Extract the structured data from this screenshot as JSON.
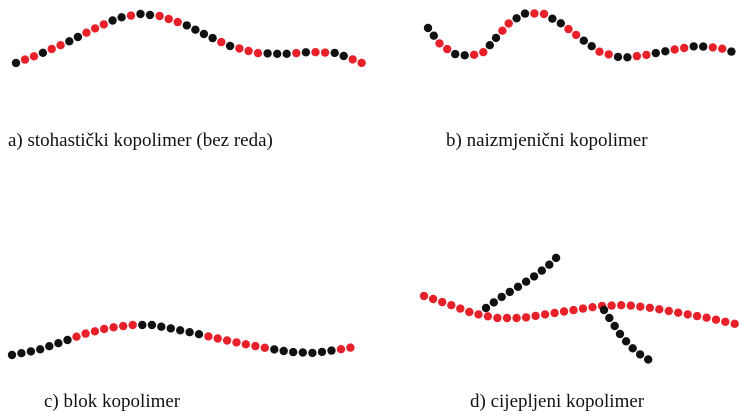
{
  "colors": {
    "monomer_a": "#e8202a",
    "monomer_b": "#111111",
    "background": "#ffffff"
  },
  "panels": {
    "a": {
      "caption": "a) stohastički kopolimer (bez reda)"
    },
    "b": {
      "caption": "b) naizmjenični kopolimer"
    },
    "c": {
      "caption": "c) blok kopolimer"
    },
    "d": {
      "caption": "d) cijepljeni kopolimer"
    }
  }
}
